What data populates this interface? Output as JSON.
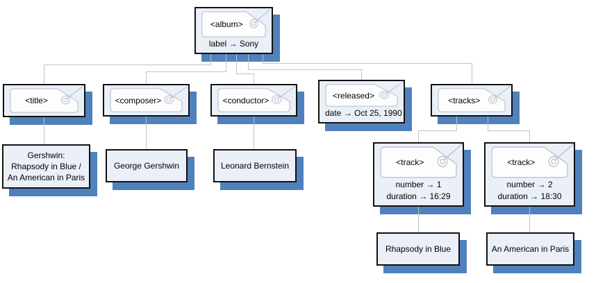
{
  "diagram_title": "album-xml-tree",
  "colors": {
    "shadow": "#4f81bd",
    "node_fill": "#eaeff8",
    "node_border": "#111111",
    "connector": "#bfc3c8",
    "tag_outline": "#b9c2cf",
    "tag_fill": "#fdfdfe"
  },
  "nodes": {
    "album": {
      "tag": "<album>",
      "attrs": [
        "label → Sony"
      ]
    },
    "title": {
      "tag": "<title>",
      "attrs": []
    },
    "composer": {
      "tag": "<composer>",
      "attrs": []
    },
    "conductor": {
      "tag": "<conductor>",
      "attrs": []
    },
    "released": {
      "tag": "<released>",
      "attrs": [
        "date → Oct 25, 1990"
      ]
    },
    "tracks": {
      "tag": "<tracks>",
      "attrs": []
    },
    "track1": {
      "tag": "<track>",
      "attrs": [
        "number → 1",
        "duration → 16:29"
      ]
    },
    "track2": {
      "tag": "<track>",
      "attrs": [
        "number → 2",
        "duration → 18:30"
      ]
    }
  },
  "text_nodes": {
    "album_title": {
      "lines": [
        "Gershwin:",
        "Rhapsody in Blue /",
        "An American in Paris"
      ]
    },
    "composer_name": {
      "lines": [
        "George Gershwin"
      ]
    },
    "conductor_name": {
      "lines": [
        "Leonard Bernstein"
      ]
    },
    "track1_name": {
      "lines": [
        "Rhapsody in Blue"
      ]
    },
    "track2_name": {
      "lines": [
        "An American in Paris"
      ]
    }
  }
}
